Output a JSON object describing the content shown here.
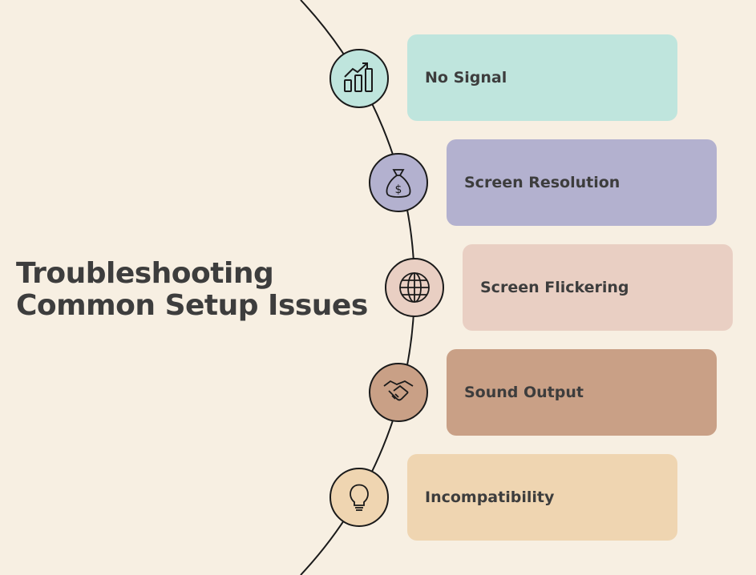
{
  "title": {
    "line1": "Troubleshooting",
    "line2": "Common Setup Issues"
  },
  "items": [
    {
      "label": "No Signal",
      "icon": "chart-growth-icon",
      "color": "#bfe5dd"
    },
    {
      "label": "Screen Resolution",
      "icon": "money-bag-icon",
      "color": "#b3b1cf"
    },
    {
      "label": "Screen Flickering",
      "icon": "globe-icon",
      "color": "#e9cfc3"
    },
    {
      "label": "Sound Output",
      "icon": "handshake-icon",
      "color": "#c9a086"
    },
    {
      "label": "Incompatibility",
      "icon": "lightbulb-icon",
      "color": "#efd5b1"
    }
  ]
}
